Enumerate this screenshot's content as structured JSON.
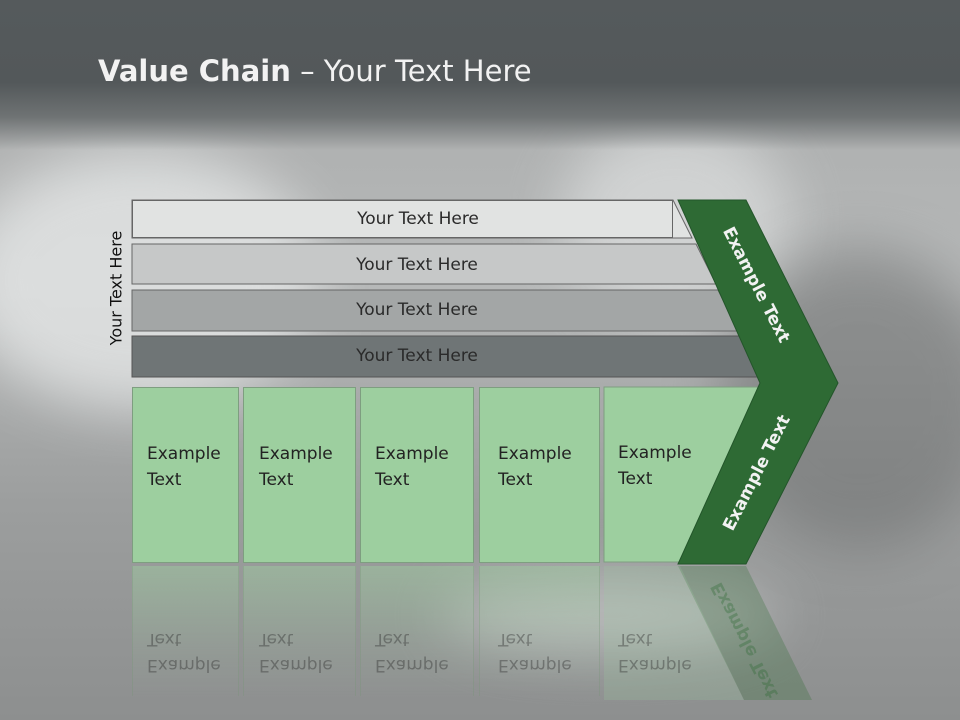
{
  "title": {
    "bold": "Value Chain",
    "rest": " – Your Text Here"
  },
  "side_label": "Your Text Here",
  "bars": [
    {
      "label": "Your Text Here",
      "color": "#e1e3e2"
    },
    {
      "label": "Your Text Here",
      "color": "#c6c8c8"
    },
    {
      "label": "Your Text Here",
      "color": "#a3a6a6"
    },
    {
      "label": "Your Text Here",
      "color": "#6f7576"
    }
  ],
  "cells": [
    {
      "line1": "Example",
      "line2": "Text"
    },
    {
      "line1": "Example",
      "line2": "Text"
    },
    {
      "line1": "Example",
      "line2": "Text"
    },
    {
      "line1": "Example",
      "line2": "Text"
    },
    {
      "line1": "Example",
      "line2": "Text"
    }
  ],
  "chevron": {
    "upper": "Example Text",
    "lower": "Example Text",
    "color": "#2e6a34"
  },
  "cell_color": "#9dcf9f"
}
